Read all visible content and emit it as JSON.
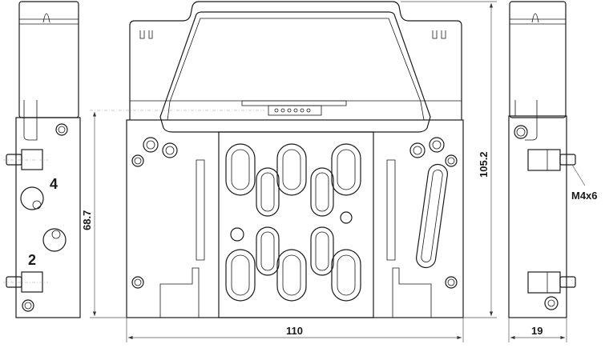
{
  "drawing": {
    "port_labels": {
      "port_4": "4",
      "port_2": "2"
    },
    "dimensions": {
      "width_front": "110",
      "height_total": "105.2",
      "height_base": "68.7",
      "width_side": "19"
    },
    "callouts": {
      "thread": "M4x6"
    }
  }
}
